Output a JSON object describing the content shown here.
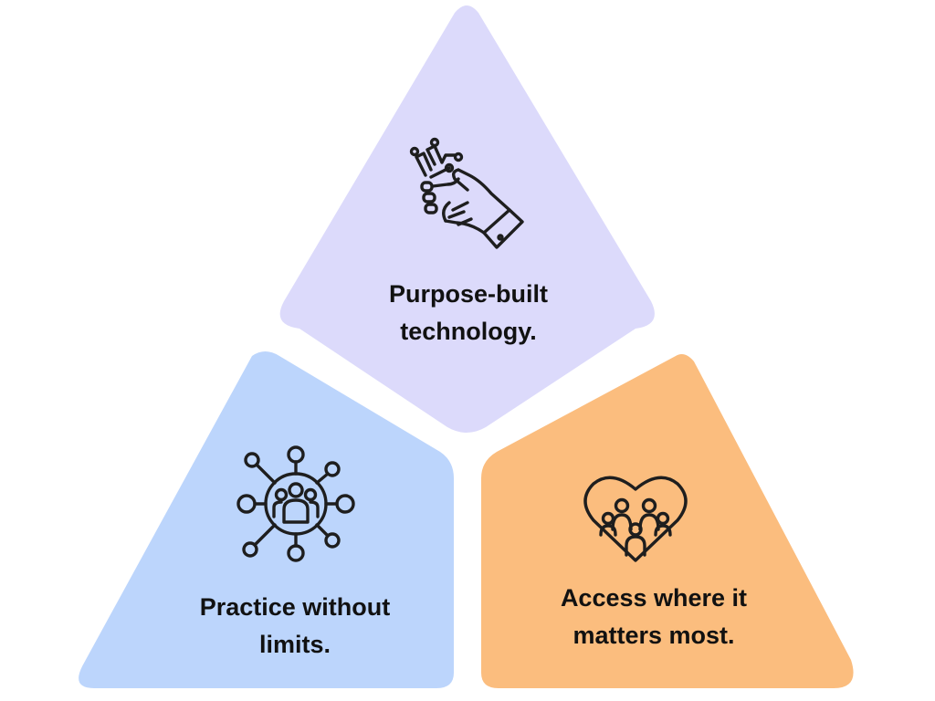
{
  "segments": [
    {
      "id": "top",
      "line1": "Purpose-built",
      "line2": "technology.",
      "color": "#dcdafb",
      "icon": "handshake-circuit-icon"
    },
    {
      "id": "left",
      "line1": "Practice without",
      "line2": "limits.",
      "color": "#bcd5fc",
      "icon": "people-network-icon"
    },
    {
      "id": "right",
      "line1": "Access where it",
      "line2": "matters most.",
      "color": "#fbbd7e",
      "icon": "heart-community-icon"
    }
  ]
}
